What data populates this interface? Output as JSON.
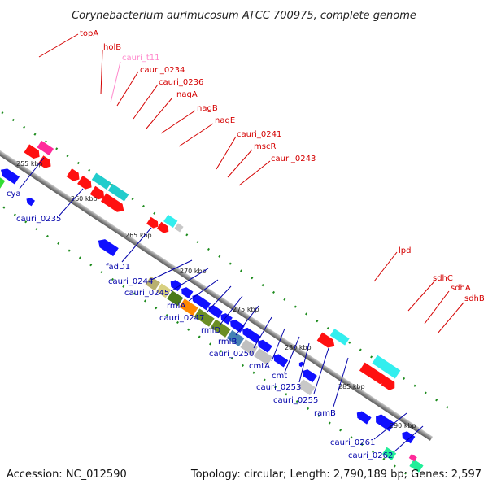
{
  "title": "Corynebacterium aurimucosum ATCC 700975, complete genome",
  "footer": {
    "accession": "Accession: NC_012590",
    "summary": "Topology: circular; Length: 2,790,189 bp; Genes: 2,597"
  },
  "ticks": [
    "255 kbp",
    "260 kbp",
    "265 kbp",
    "270 kbp",
    "275 kbp",
    "280 kbp",
    "285 kbp",
    "290 kbp"
  ],
  "colors": {
    "forward_label": "#d40000",
    "reverse_label": "#0000aa",
    "rrna_label": "#ff88cc",
    "backbone": "#888888"
  },
  "forward_genes": [
    "topA",
    "holB",
    "cauri_t11",
    "cauri_0234",
    "cauri_0236",
    "nagA",
    "nagB",
    "nagE",
    "cauri_0241",
    "mscR",
    "cauri_0243",
    "lpd",
    "sdhC",
    "sdhA",
    "sdhB"
  ],
  "reverse_genes": [
    "cya",
    "cauri_0235",
    "fadD1",
    "cauri_0244",
    "cauri_0245",
    "rmlA",
    "cauri_0247",
    "rmlD",
    "rmlB",
    "cauri_0250",
    "cmtA",
    "cmt",
    "cauri_0253",
    "cauri_0255",
    "ramB",
    "cauri_0261",
    "cauri_0262"
  ]
}
